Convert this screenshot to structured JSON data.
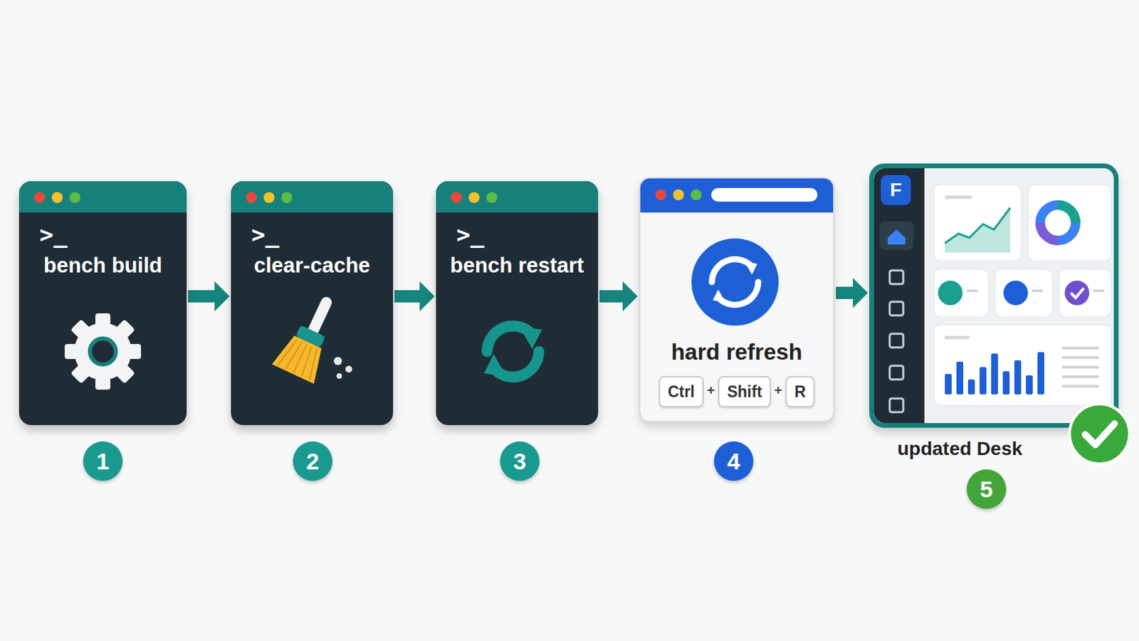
{
  "diagram": {
    "nodes": [
      {
        "text": [
          "bench build"
        ]
      },
      {
        "text": [
          "clear-cache"
        ]
      },
      {
        "text": [
          "bench restart"
        ]
      },
      {
        "text": [
          "hard refresh"
        ]
      },
      {
        "text": [
          "Ctrl"
        ],
        "in": 3
      },
      {
        "text": [
          "Shift"
        ],
        "in": 3
      },
      {
        "text": [
          "R"
        ],
        "in": 3
      },
      {
        "text": [
          "updated Desk"
        ]
      }
    ],
    "edges": [
      {
        "from": 0,
        "to": 1,
        "arrow": "to"
      },
      {
        "from": 1,
        "to": 2,
        "arrow": "to"
      },
      {
        "from": 2,
        "to": 3,
        "arrow": "to"
      },
      {
        "from": 3,
        "to": 7,
        "arrow": "to"
      }
    ],
    "labels": [
      ">_",
      ">_",
      ">_",
      "+",
      "+",
      "F",
      "1",
      "2",
      "3",
      "4",
      "5"
    ]
  }
}
